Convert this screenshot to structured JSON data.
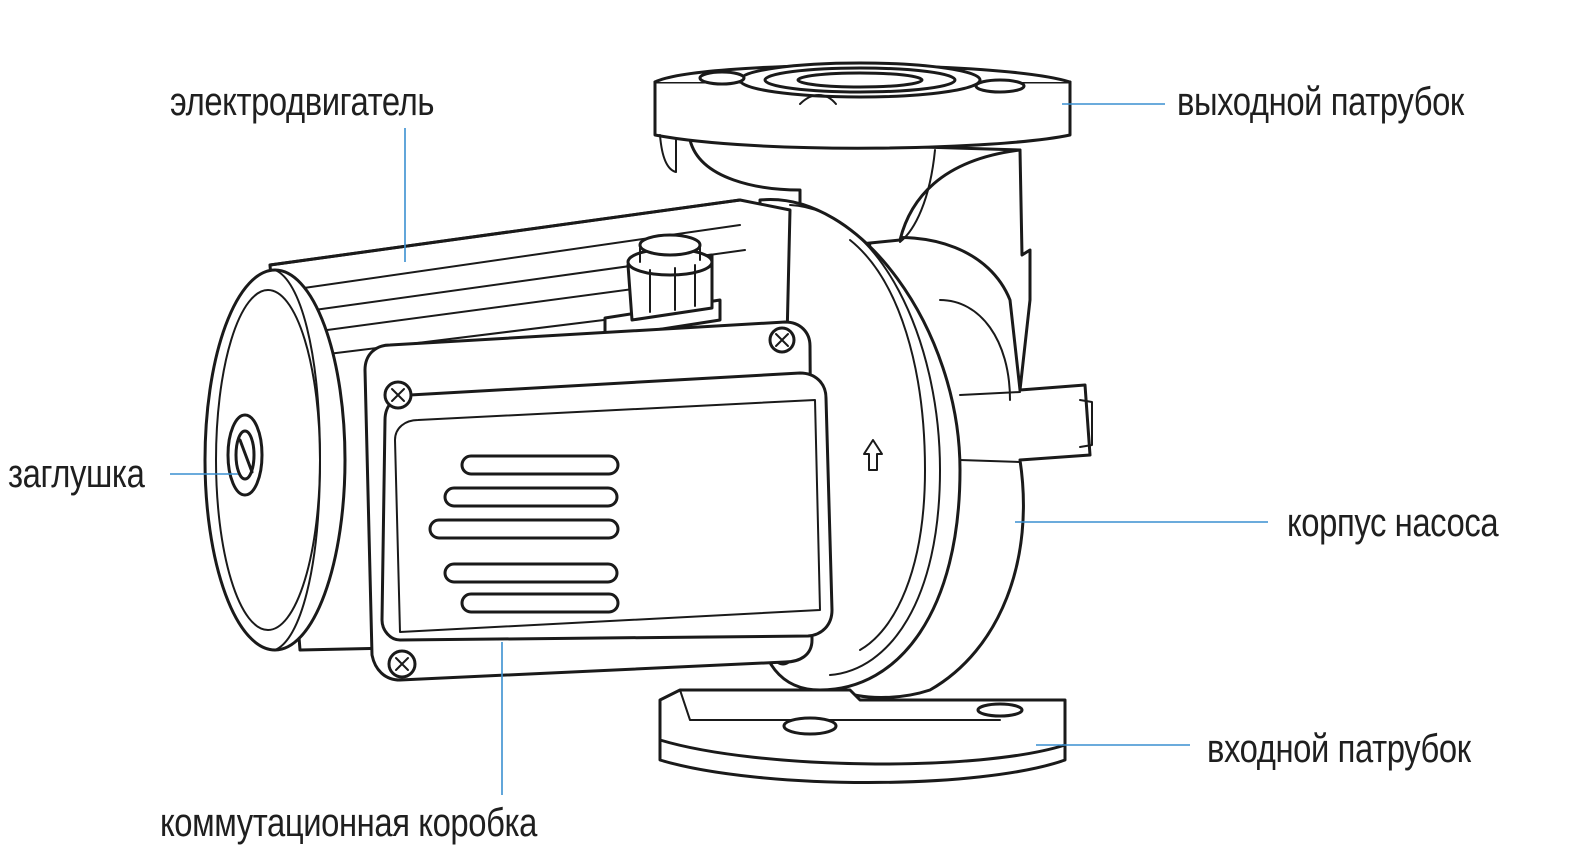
{
  "diagram": {
    "labels": {
      "motor": "электродвигатель",
      "outlet": "выходной патрубок",
      "plug": "заглушка",
      "housing": "корпус насоса",
      "inlet": "входной патрубок",
      "terminal_box": "коммутационная коробка"
    }
  },
  "colors": {
    "leader_line": "#3a8fd0",
    "drawing_stroke": "#1a1a1a",
    "label_text": "#1f1f1f",
    "background": "#ffffff"
  }
}
